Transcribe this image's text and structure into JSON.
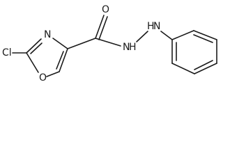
{
  "molecule": {
    "atoms": {
      "cl": "Cl",
      "n_ring": "N",
      "o_ring": "O",
      "o_carbonyl": "O",
      "nh_amide": "N",
      "h_amide": "H",
      "nh_aniline": "N",
      "h_aniline": "H"
    },
    "colors": {
      "bond": "#1a1a1a",
      "label": "#1a1a1a",
      "background": "#ffffff"
    }
  }
}
